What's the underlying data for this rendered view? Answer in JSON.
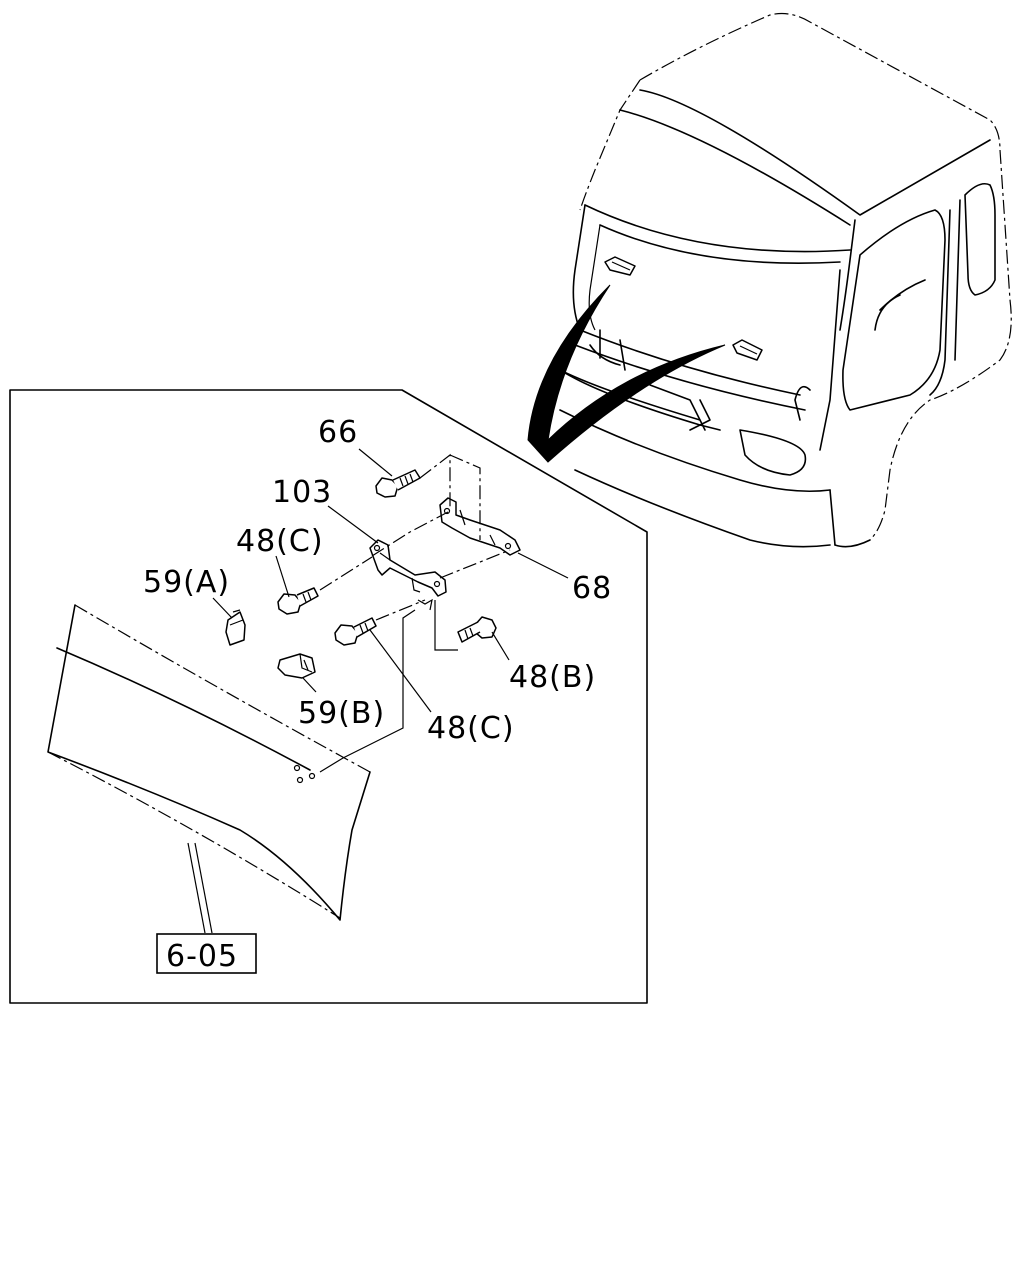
{
  "callouts": {
    "c66": "66",
    "c103": "103",
    "c48c_top": "48(C)",
    "c59a": "59(A)",
    "c68": "68",
    "c48b": "48(B)",
    "c59b": "59(B)",
    "c48c_bottom": "48(C)",
    "ref_box": "6-05"
  }
}
